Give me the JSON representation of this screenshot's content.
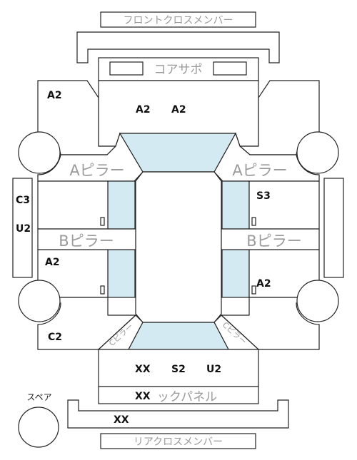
{
  "labels": {
    "front_cross_member": "フロントクロスメンバー",
    "core_support": "コアサポ",
    "a_pillar_left": "Aピラー",
    "a_pillar_right": "Aピラー",
    "b_pillar_left": "Bピラー",
    "b_pillar_right": "Bピラー",
    "c_pillar_left": "Cピラー",
    "c_pillar_right": "Cピラー",
    "back_panel": "ックパネル",
    "rear_cross_member": "リアクロスメンバー",
    "spare": "スペア"
  },
  "codes": {
    "front_fender_left": "A2",
    "hood_left": "A2",
    "hood_right": "A2",
    "left_side_sill_c": "C3",
    "left_side_sill_u": "U2",
    "front_door_right": "S3",
    "rear_door_left": "A2",
    "rear_door_right": "A2",
    "rear_quarter_left": "C2",
    "trunk_left": "XX",
    "trunk_center": "S2",
    "trunk_right": "U2",
    "back_panel": "XX",
    "rear_bumper": "XX"
  },
  "colors": {
    "line": "#222222",
    "glass": "#d4eaf2",
    "label_gray": "#9a9a9a",
    "code_text": "#111111"
  }
}
